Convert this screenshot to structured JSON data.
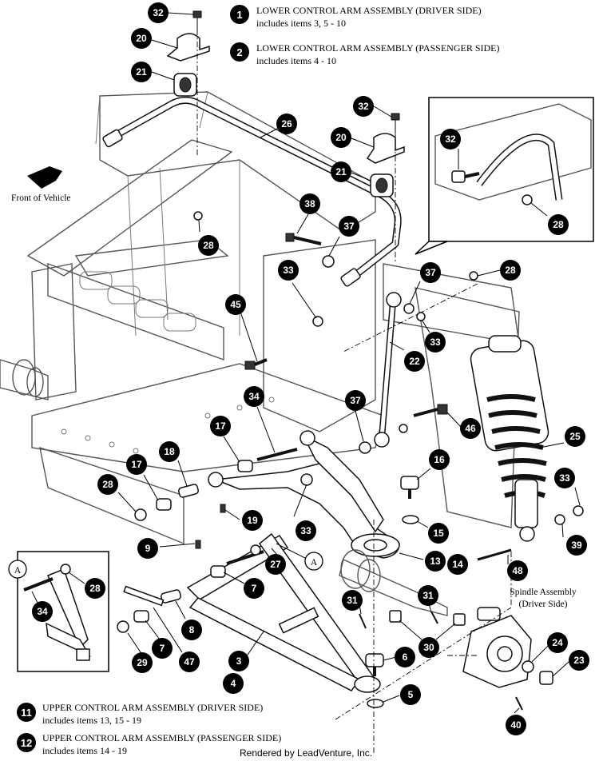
{
  "legend": {
    "item1": {
      "number": "1",
      "title": "LOWER CONTROL ARM ASSEMBLY (DRIVER SIDE)",
      "includes": "includes items 3, 5 - 10"
    },
    "item2": {
      "number": "2",
      "title": "LOWER CONTROL ARM ASSEMBLY (PASSENGER SIDE)",
      "includes": "includes items 4 - 10"
    },
    "item11": {
      "number": "11",
      "title": "UPPER CONTROL ARM ASSEMBLY (DRIVER SIDE)",
      "includes": "includes items 13, 15 - 19"
    },
    "item12": {
      "number": "12",
      "title": "UPPER CONTROL ARM ASSEMBLY (PASSENGER SIDE)",
      "includes": "includes items 14 - 19"
    }
  },
  "labels": {
    "front_of_vehicle": "Front of Vehicle",
    "spindle_line1": "Spindle Assembly",
    "spindle_line2": "(Driver Side)",
    "detail_marker": "A",
    "footer": "Rendered by LeadVenture, Inc."
  },
  "callouts": [
    {
      "id": "c32a",
      "n": "32"
    },
    {
      "id": "c20a",
      "n": "20"
    },
    {
      "id": "c21a",
      "n": "21"
    },
    {
      "id": "c26",
      "n": "26"
    },
    {
      "id": "c32b",
      "n": "32"
    },
    {
      "id": "c20b",
      "n": "20"
    },
    {
      "id": "c21b",
      "n": "21"
    },
    {
      "id": "c32c",
      "n": "32"
    },
    {
      "id": "c28c",
      "n": "28"
    },
    {
      "id": "c38",
      "n": "38"
    },
    {
      "id": "c37a",
      "n": "37"
    },
    {
      "id": "c28a",
      "n": "28"
    },
    {
      "id": "c28b",
      "n": "28"
    },
    {
      "id": "c37b",
      "n": "37"
    },
    {
      "id": "c33a",
      "n": "33"
    },
    {
      "id": "c33b",
      "n": "33"
    },
    {
      "id": "c45",
      "n": "45"
    },
    {
      "id": "c22",
      "n": "22"
    },
    {
      "id": "c34a",
      "n": "34"
    },
    {
      "id": "c37c",
      "n": "37"
    },
    {
      "id": "c46",
      "n": "46"
    },
    {
      "id": "c17a",
      "n": "17"
    },
    {
      "id": "c25",
      "n": "25"
    },
    {
      "id": "c18",
      "n": "18"
    },
    {
      "id": "c16",
      "n": "16"
    },
    {
      "id": "c17b",
      "n": "17"
    },
    {
      "id": "c28d",
      "n": "28"
    },
    {
      "id": "c33c",
      "n": "33"
    },
    {
      "id": "c19",
      "n": "19"
    },
    {
      "id": "c15",
      "n": "15"
    },
    {
      "id": "c33d",
      "n": "33"
    },
    {
      "id": "c39",
      "n": "39"
    },
    {
      "id": "c9",
      "n": "9"
    },
    {
      "id": "c13",
      "n": "13"
    },
    {
      "id": "c14",
      "n": "14"
    },
    {
      "id": "c27",
      "n": "27"
    },
    {
      "id": "c48",
      "n": "48"
    },
    {
      "id": "c28e",
      "n": "28"
    },
    {
      "id": "c34b",
      "n": "34"
    },
    {
      "id": "c7a",
      "n": "7"
    },
    {
      "id": "c31a",
      "n": "31"
    },
    {
      "id": "c31b",
      "n": "31"
    },
    {
      "id": "c8",
      "n": "8"
    },
    {
      "id": "c24",
      "n": "24"
    },
    {
      "id": "c30",
      "n": "30"
    },
    {
      "id": "c3",
      "n": "3"
    },
    {
      "id": "c29",
      "n": "29"
    },
    {
      "id": "c7b",
      "n": "7"
    },
    {
      "id": "c47",
      "n": "47"
    },
    {
      "id": "c6",
      "n": "6"
    },
    {
      "id": "c23",
      "n": "23"
    },
    {
      "id": "c4",
      "n": "4"
    },
    {
      "id": "c5",
      "n": "5"
    },
    {
      "id": "c40",
      "n": "40"
    }
  ]
}
